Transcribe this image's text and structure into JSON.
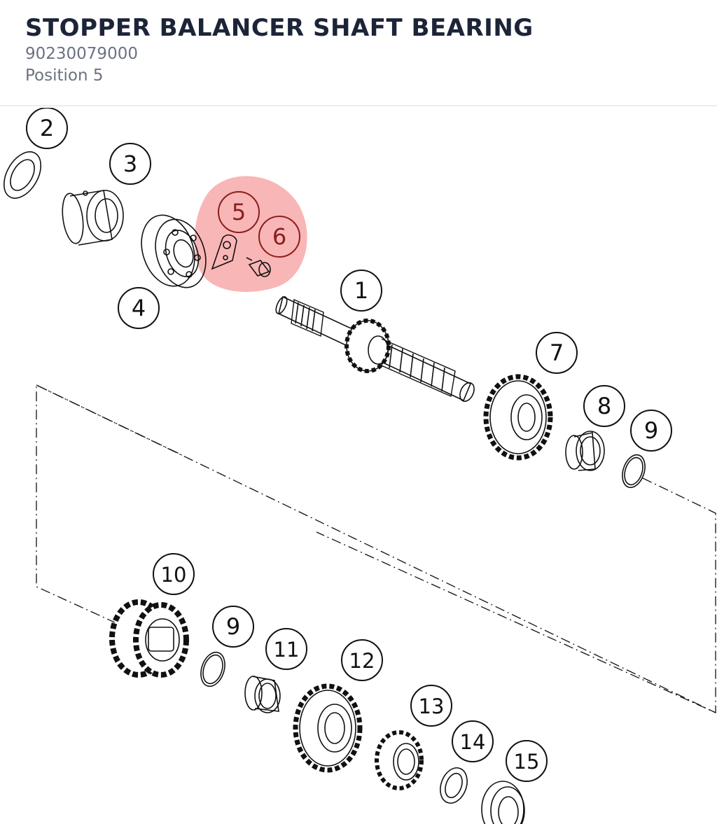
{
  "part": {
    "title": "STOPPER BALANCER SHAFT BEARING",
    "number": "90230079000",
    "position": "Position 5"
  },
  "highlight": {
    "color": "#f47a7a",
    "labels": [
      "5",
      "6"
    ]
  },
  "callouts": [
    "2",
    "3",
    "5",
    "6",
    "4",
    "1",
    "7",
    "8",
    "9",
    "10",
    "9",
    "11",
    "12",
    "13",
    "14",
    "15"
  ]
}
